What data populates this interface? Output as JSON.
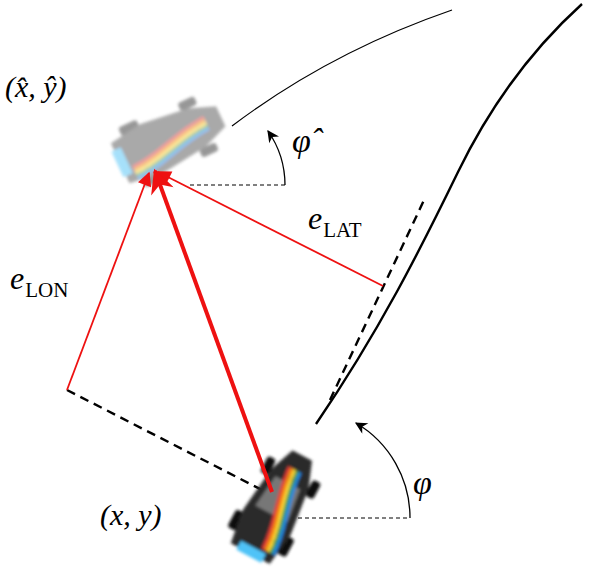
{
  "diagram": {
    "labels": [
      "(x̂, ŷ)",
      "φ̂",
      "e",
      "LAT",
      "e",
      "LON",
      "(x, y)",
      "φ"
    ]
  }
}
